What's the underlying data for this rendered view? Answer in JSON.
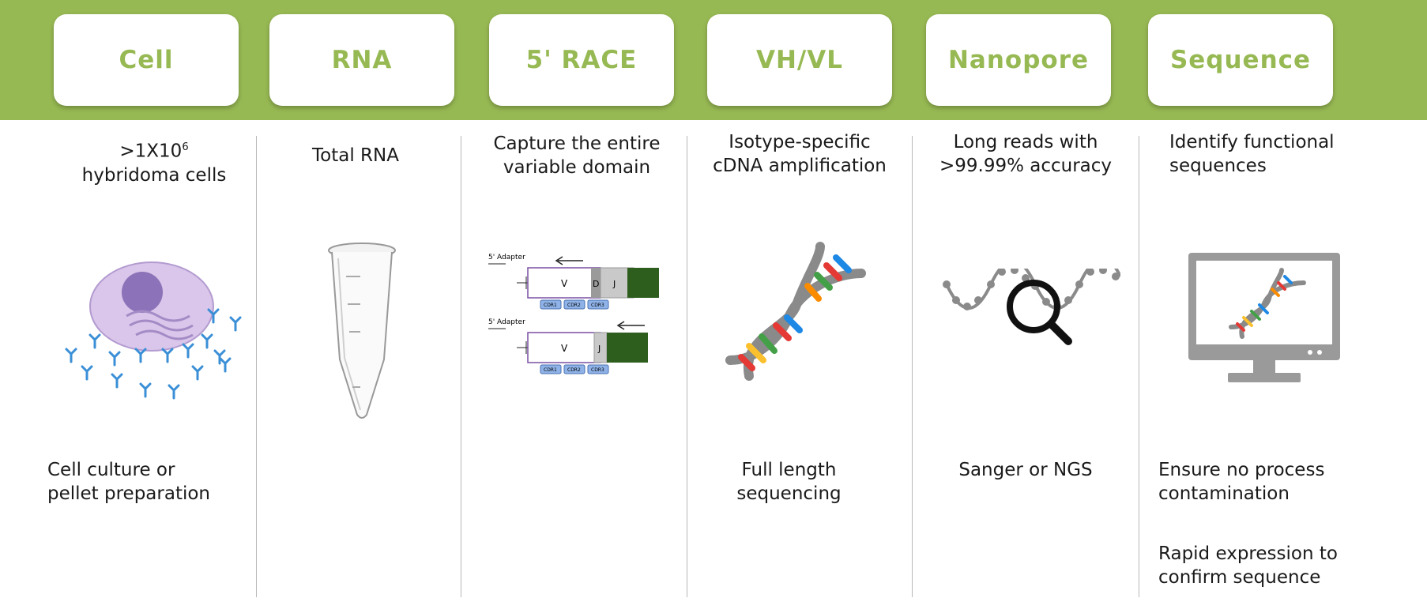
{
  "steps": [
    {
      "title": "Cell",
      "top_line1": ">1X10",
      "top_sup": "6",
      "top_line2": "hybridoma cells",
      "bottom": [
        "Cell culture or",
        "pellet preparation"
      ]
    },
    {
      "title": "RNA",
      "top": [
        "Total RNA"
      ]
    },
    {
      "title": "5' RACE",
      "top": [
        "Capture the entire",
        "variable domain"
      ],
      "construct_1": {
        "adapter": "5' Adapter",
        "segments": [
          "V",
          "D",
          "J"
        ],
        "cdrs": [
          "CDR1",
          "CDR2",
          "CDR3"
        ]
      },
      "construct_2": {
        "adapter": "5' Adapter",
        "segments": [
          "V",
          "J"
        ],
        "cdrs": [
          "CDR1",
          "CDR2",
          "CDR3"
        ]
      }
    },
    {
      "title": "VH/VL",
      "top": [
        "Isotype-specific",
        "cDNA amplification"
      ],
      "bottom": [
        "Full length",
        "sequencing"
      ]
    },
    {
      "title": "Nanopore",
      "top": [
        "Long reads with",
        ">99.99% accuracy"
      ],
      "bottom": [
        "Sanger or NGS"
      ]
    },
    {
      "title": "Sequence",
      "top": [
        "Identify functional",
        "sequences"
      ],
      "bottom": [
        "Ensure no process",
        "contamination"
      ],
      "bottom2": [
        "Rapid expression to",
        "confirm sequence"
      ]
    }
  ],
  "colors": {
    "band": "#97b953",
    "title_text": "#97b953",
    "divider": "#b8b8b8",
    "antibody": "#3a8fd6",
    "cell": "#c9b3dd",
    "nucleus": "#8c72b8",
    "j_segment": "#2e5e1e",
    "cdr_box": "#8fb3e8"
  },
  "icons": [
    "hybridoma-cell-icon",
    "centrifuge-tube-icon",
    "race-construct-diagram",
    "dna-helix-icon",
    "magnifier-dna-icon",
    "computer-monitor-dna-icon"
  ]
}
